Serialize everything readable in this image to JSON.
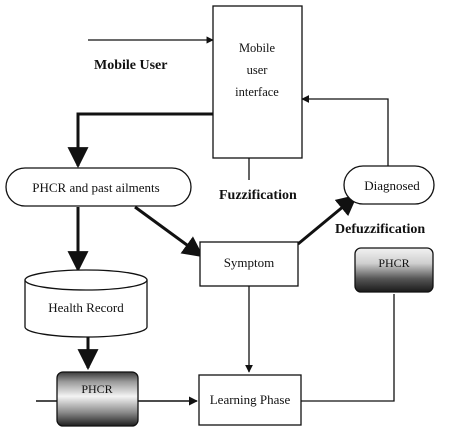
{
  "labels": {
    "mobile_user": "Mobile User",
    "interface_line1": "Mobile",
    "interface_line2": "user",
    "interface_line3": "interface",
    "phcr_past": "PHCR and past ailments",
    "fuzzification": "Fuzzification",
    "diagnosed": "Diagnosed",
    "defuzzification": "Defuzzification",
    "symptom": "Symptom",
    "phcr_right": "PHCR",
    "health_record": "Health Record",
    "phcr_bottom": "PHCR",
    "learning_phase": "Learning Phase"
  },
  "colors": {
    "stroke": "#111111",
    "text": "#111111",
    "dark_box_mid": "#f2f2f2",
    "dark_box_edge": "#2a2a2a"
  }
}
